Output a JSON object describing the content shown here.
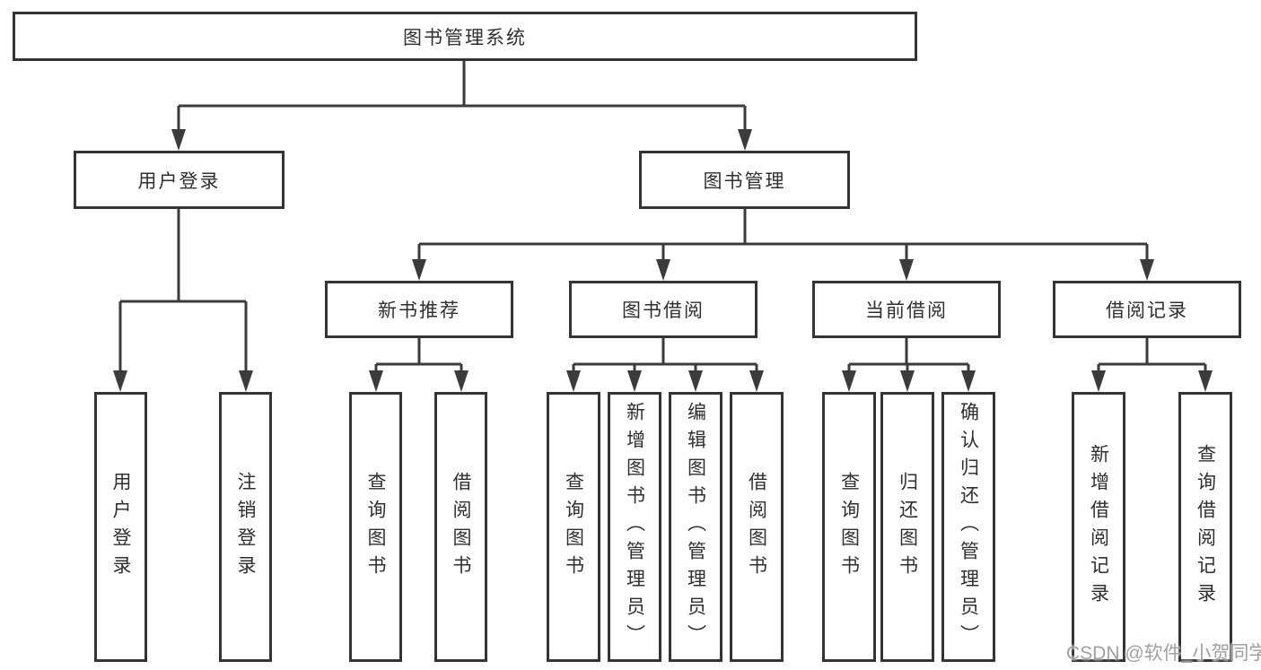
{
  "diagram": {
    "root": {
      "label": "图书管理系统"
    },
    "branches": [
      {
        "label": "用户登录",
        "children": [
          {
            "label": "用户登录"
          },
          {
            "label": "注销登录"
          }
        ]
      },
      {
        "label": "图书管理",
        "children": [
          {
            "label": "新书推荐",
            "children": [
              {
                "label": "查询图书"
              },
              {
                "label": "借阅图书"
              }
            ]
          },
          {
            "label": "图书借阅",
            "children": [
              {
                "label": "查询图书"
              },
              {
                "label": "新增图书（管理员）"
              },
              {
                "label": "编辑图书（管理员）"
              },
              {
                "label": "借阅图书"
              }
            ]
          },
          {
            "label": "当前借阅",
            "children": [
              {
                "label": "查询图书"
              },
              {
                "label": "归还图书"
              },
              {
                "label": "确认归还（管理员）"
              }
            ]
          },
          {
            "label": "借阅记录",
            "children": [
              {
                "label": "新增借阅记录"
              },
              {
                "label": "查询借阅记录"
              }
            ]
          }
        ]
      }
    ],
    "watermark": "CSDN @软件_小贺同学",
    "colors": {
      "line": "#3b3b3b",
      "box_border": "#343434",
      "text": "#2f2f2f",
      "watermark": "#a0a0a0",
      "background": "#ffffff"
    }
  }
}
